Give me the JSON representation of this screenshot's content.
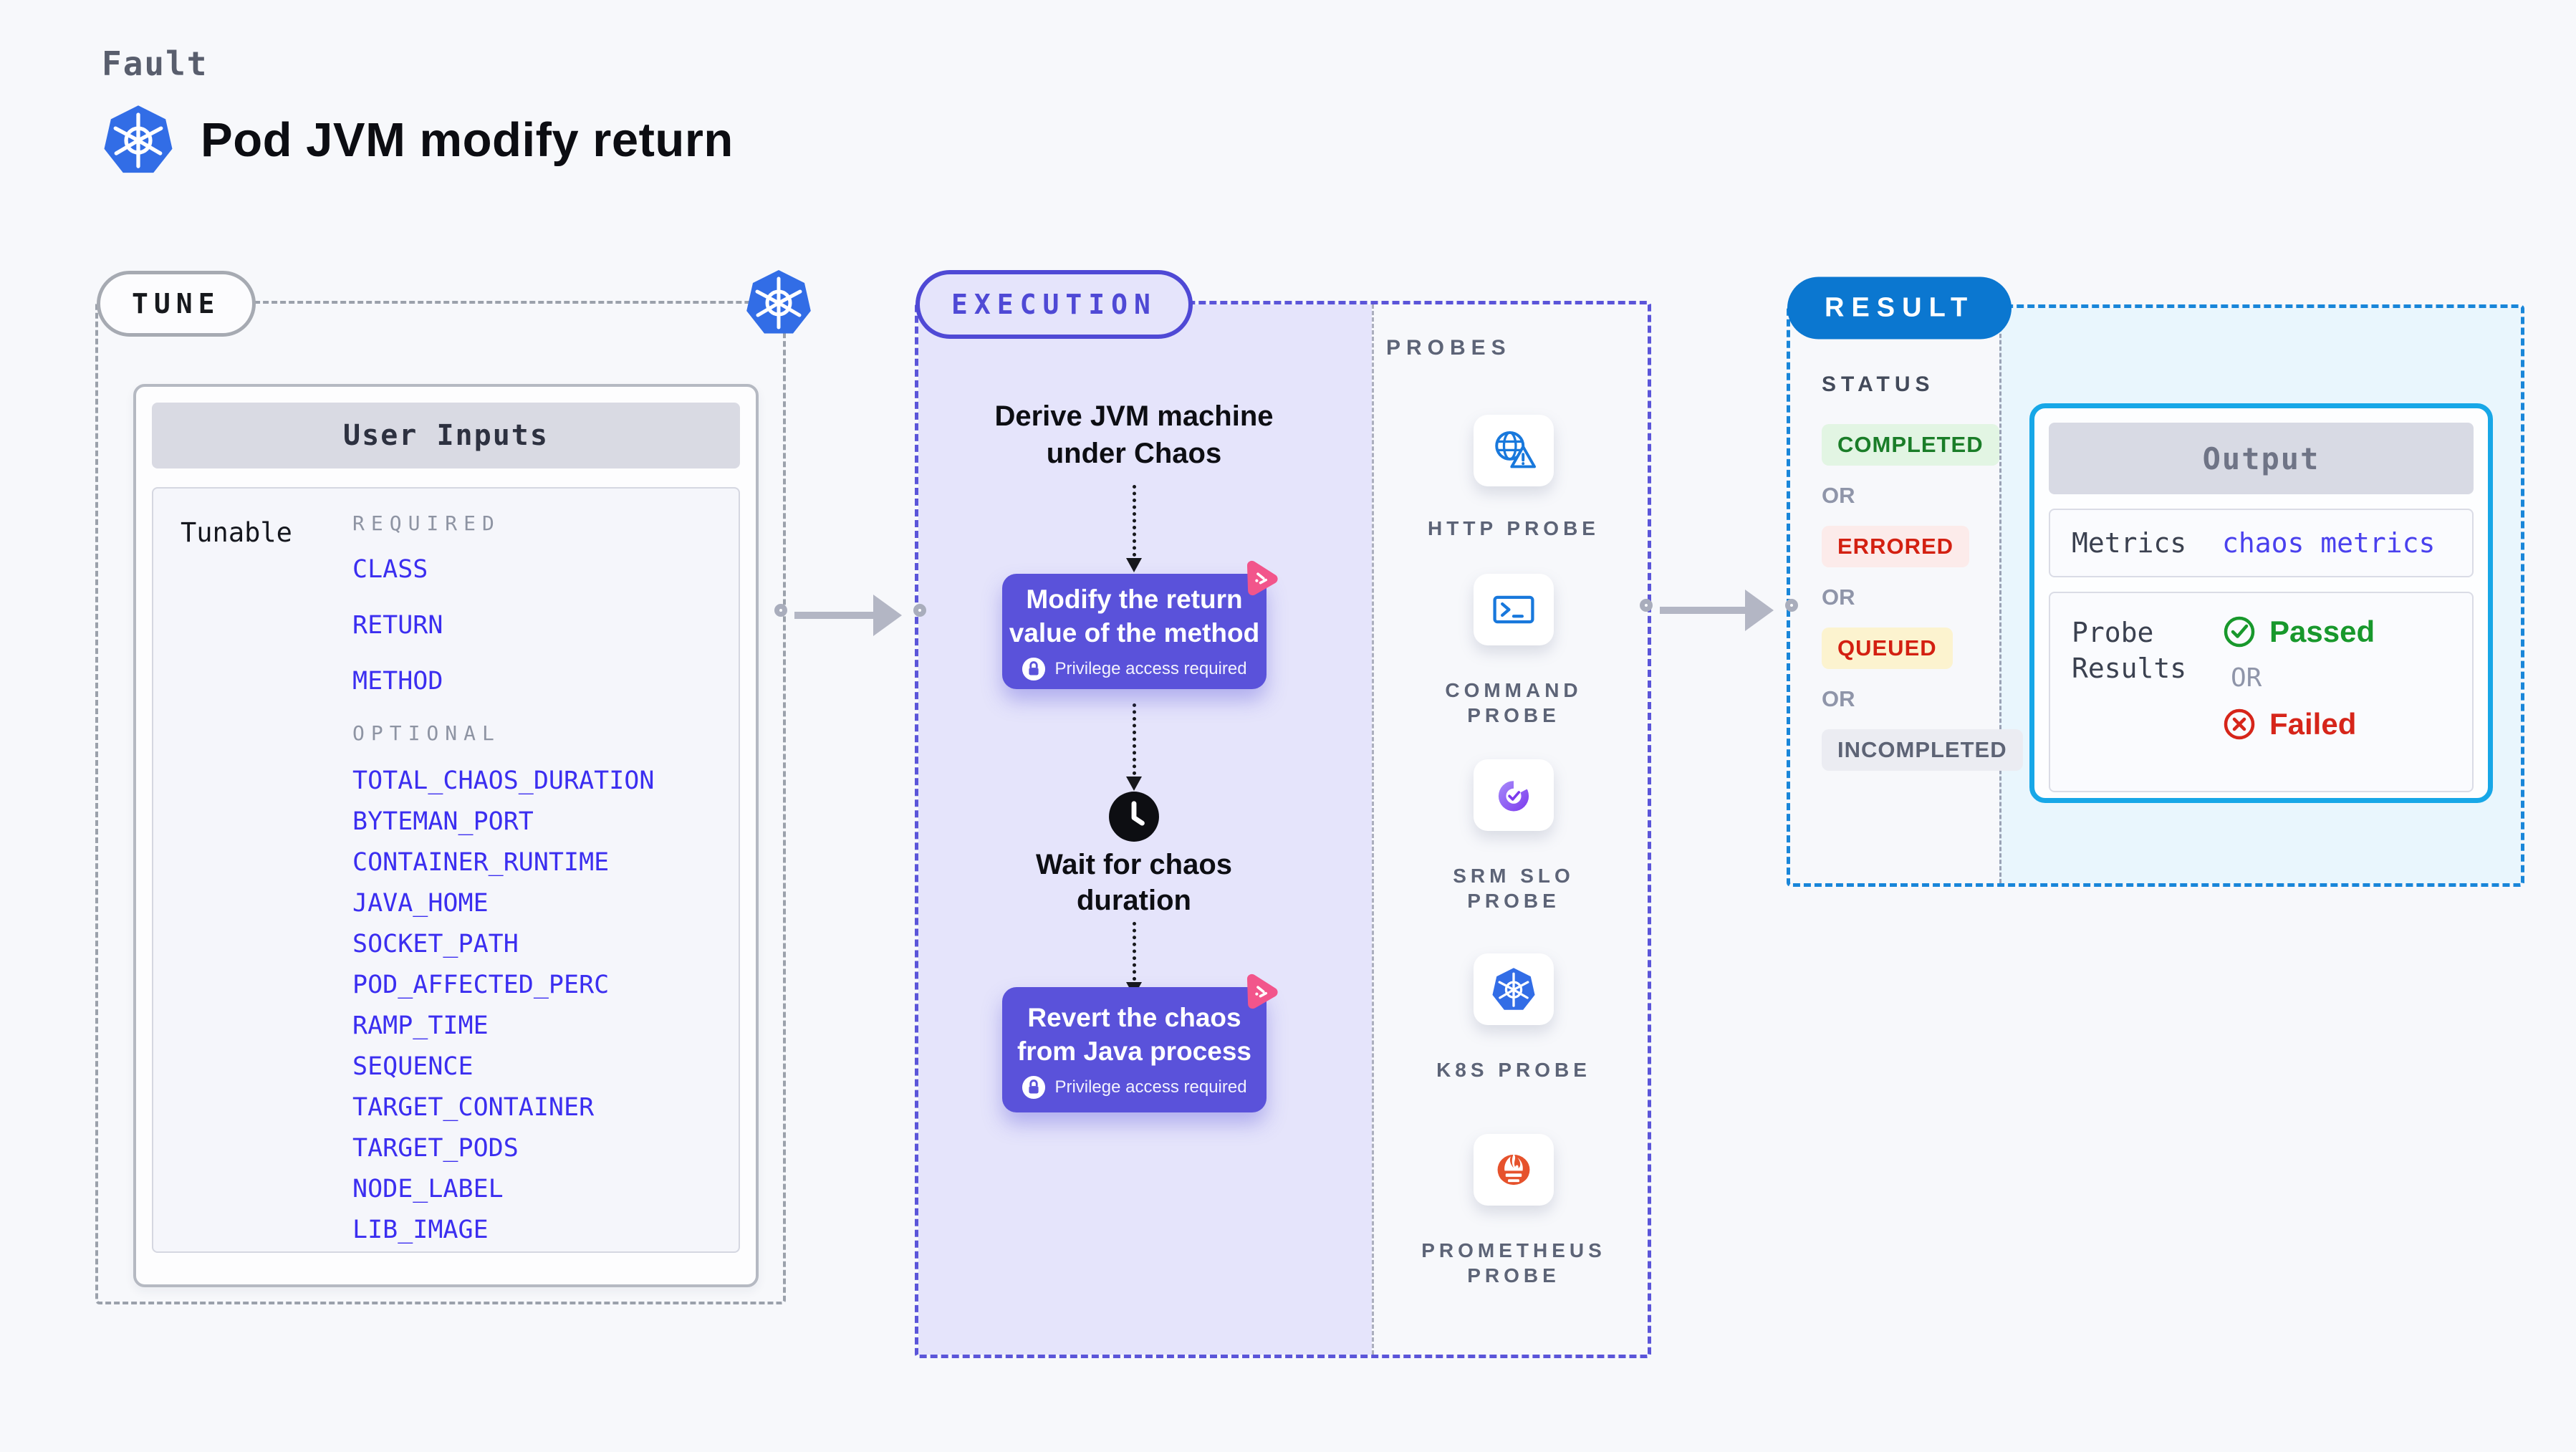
{
  "header": {
    "category": "Fault",
    "title": "Pod JVM modify return"
  },
  "tune": {
    "pill": "TUNE",
    "user_inputs_title": "User Inputs",
    "tunable_label": "Tunable",
    "required_label": "REQUIRED",
    "required_items": [
      "CLASS",
      "RETURN",
      "METHOD"
    ],
    "optional_label": "OPTIONAL",
    "optional_items": [
      "TOTAL_CHAOS_DURATION",
      "BYTEMAN_PORT",
      "CONTAINER_RUNTIME",
      "JAVA_HOME",
      "SOCKET_PATH",
      "POD_AFFECTED_PERC",
      "RAMP_TIME",
      "SEQUENCE",
      "TARGET_CONTAINER",
      "TARGET_PODS",
      "NODE_LABEL",
      "LIB_IMAGE"
    ]
  },
  "execution": {
    "pill": "EXECUTION",
    "steps": {
      "derive": "Derive JVM machine\nunder Chaos",
      "modify": "Modify the return\nvalue of the method",
      "wait": "Wait for chaos\nduration",
      "revert": "Revert the chaos\nfrom Java process",
      "privilege_note": "Privilege access required"
    },
    "probes_label": "PROBES",
    "probes": [
      {
        "name": "HTTP PROBE",
        "icon": "globe-alert-icon"
      },
      {
        "name": "COMMAND\nPROBE",
        "icon": "terminal-icon"
      },
      {
        "name": "SRM SLO\nPROBE",
        "icon": "slo-pie-icon"
      },
      {
        "name": "K8S PROBE",
        "icon": "kubernetes-icon"
      },
      {
        "name": "PROMETHEUS\nPROBE",
        "icon": "prometheus-icon"
      }
    ]
  },
  "result": {
    "pill": "RESULT",
    "status_label": "STATUS",
    "or_label": "OR",
    "statuses": [
      {
        "label": "COMPLETED",
        "type": "completed"
      },
      {
        "label": "ERRORED",
        "type": "errored"
      },
      {
        "label": "QUEUED",
        "type": "queued"
      },
      {
        "label": "INCOMPLETED",
        "type": "incompleted"
      }
    ],
    "output": {
      "title": "Output",
      "metrics_label": "Metrics",
      "metrics_value": "chaos metrics",
      "probe_results_label": "Probe\nResults",
      "passed_label": "Passed",
      "failed_label": "Failed"
    }
  },
  "colors": {
    "accent_indigo": "#4f49d5",
    "accent_blue": "#0b77d0",
    "cyan_border": "#17a7e7",
    "k8s_blue": "#326de6",
    "probe_blue": "#1878dc",
    "pink": "#f2558b",
    "green": "#18982c",
    "red": "#d32011",
    "purple_node": "#5a52da"
  }
}
